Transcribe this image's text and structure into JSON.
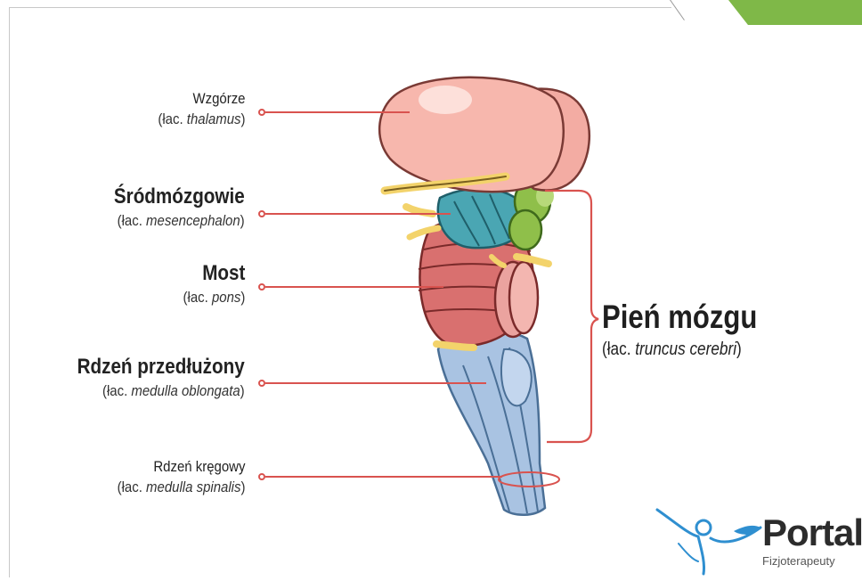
{
  "colors": {
    "leader_line": "#d9534f",
    "thalamus": "#f7b7ad",
    "midbrain": "#4aa6b3",
    "pons": "#d9706f",
    "medulla": "#a9c3e2",
    "cerebellum_bumps": "#8fbf4a",
    "nerves": "#f3d36b",
    "corner_accent": "#7fb848",
    "logo_blue": "#2f8fd0"
  },
  "labels": {
    "thalamus": {
      "name": "Wzgórze",
      "latin_prefix": "(łac. ",
      "latin": "thalamus",
      "latin_suffix": ")"
    },
    "mesencephalon": {
      "name": "Śródmózgowie",
      "latin_prefix": "(łac. ",
      "latin": "mesencephalon",
      "latin_suffix": ")"
    },
    "pons": {
      "name": "Most",
      "latin_prefix": "(łac. ",
      "latin": "pons",
      "latin_suffix": ")"
    },
    "medulla": {
      "name": "Rdzeń przedłużony",
      "latin_prefix": "(łac. ",
      "latin": "medulla oblongata",
      "latin_suffix": ")"
    },
    "spinal": {
      "name": "Rdzeń kręgowy",
      "latin_prefix": "(łac. ",
      "latin": "medulla spinalis",
      "latin_suffix": ")"
    }
  },
  "brainstem": {
    "name": "Pień mózgu",
    "latin_prefix": "(łac. ",
    "latin": "truncus cerebri",
    "latin_suffix": ")"
  },
  "logo": {
    "word": "Portal",
    "subtitle": "Fizjoterapeuty",
    "icon": "person-waves-icon"
  }
}
